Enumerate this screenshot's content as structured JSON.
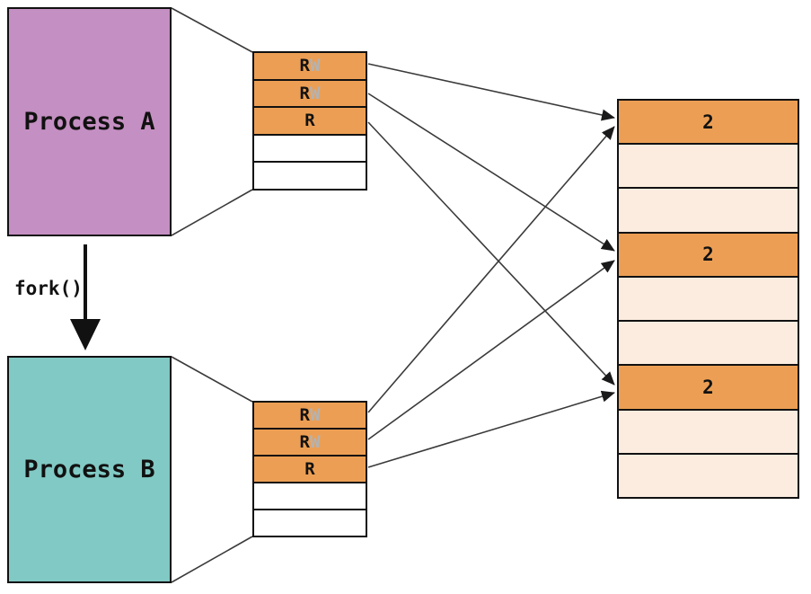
{
  "diagram": {
    "process_a": {
      "label": "Process A"
    },
    "process_b": {
      "label": "Process B"
    },
    "fork_label": "fork()",
    "page_table_a": {
      "rows": [
        {
          "read": "R",
          "write": "W"
        },
        {
          "read": "R",
          "write": "W"
        },
        {
          "read": "R",
          "write": ""
        },
        {
          "read": "",
          "write": ""
        },
        {
          "read": "",
          "write": ""
        }
      ]
    },
    "page_table_b": {
      "rows": [
        {
          "read": "R",
          "write": "W"
        },
        {
          "read": "R",
          "write": "W"
        },
        {
          "read": "R",
          "write": ""
        },
        {
          "read": "",
          "write": ""
        },
        {
          "read": "",
          "write": ""
        }
      ]
    },
    "physical_memory": {
      "frames": [
        {
          "ref_count": "2"
        },
        {
          "ref_count": ""
        },
        {
          "ref_count": ""
        },
        {
          "ref_count": "2"
        },
        {
          "ref_count": ""
        },
        {
          "ref_count": ""
        },
        {
          "ref_count": "2"
        },
        {
          "ref_count": ""
        },
        {
          "ref_count": ""
        }
      ]
    }
  },
  "colors": {
    "process_a_fill": "#c48fc2",
    "process_b_fill": "#81c9c4",
    "page_entry_orange": "#ec9f54",
    "frame_free_fill": "#fbecdf",
    "write_flag_gray": "#b3b3b3",
    "line_dark": "#3a3a3a"
  }
}
